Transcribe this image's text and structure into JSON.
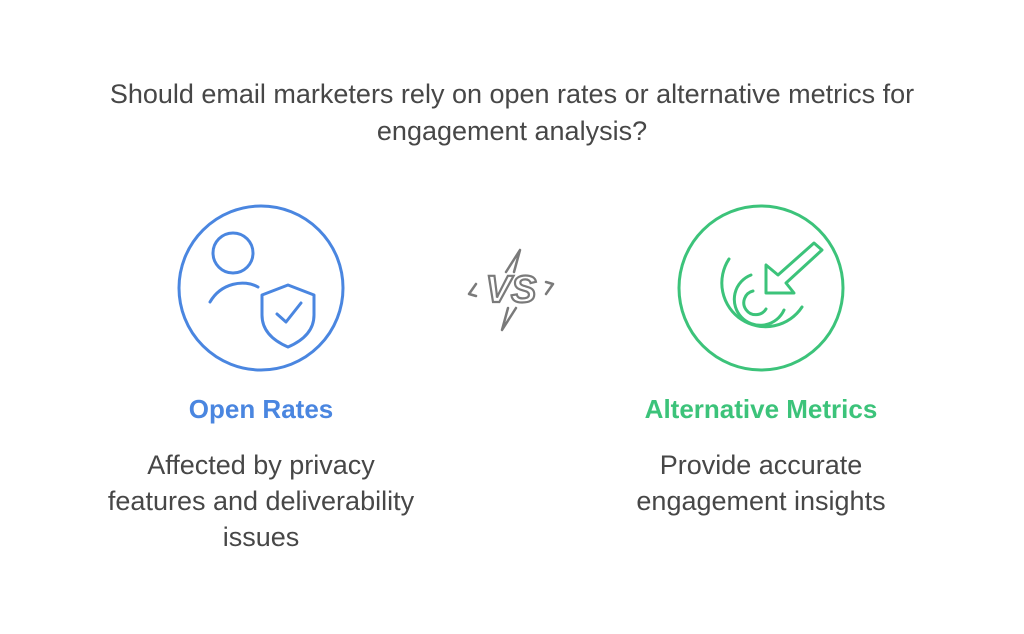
{
  "question": {
    "line1": "Should email marketers rely on open rates or alternative metrics for",
    "line2": "engagement analysis?"
  },
  "colors": {
    "left_accent": "#4A86E0",
    "right_accent": "#3CC37A",
    "vs_gray": "#7A7A7A",
    "text": "#474747"
  },
  "left": {
    "title": "Open Rates",
    "desc_lines": [
      "Affected by privacy",
      "features and deliverability",
      "issues"
    ],
    "icon": "user-shield-check-icon"
  },
  "vs": {
    "label": "VS",
    "icon": "versus-lightning-icon"
  },
  "right": {
    "title": "Alternative Metrics",
    "desc_lines": [
      "Provide accurate",
      "engagement insights"
    ],
    "icon": "target-arrow-icon"
  }
}
